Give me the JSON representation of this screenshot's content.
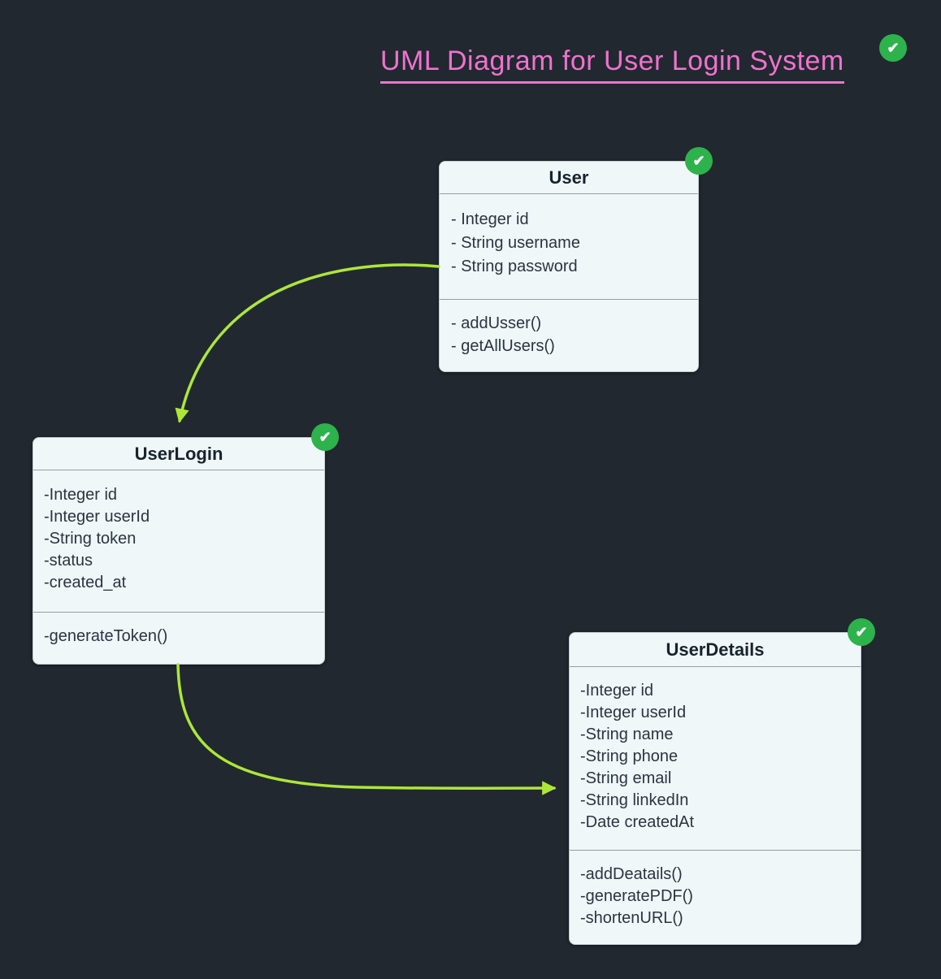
{
  "title": {
    "text": "UML Diagram for User Login System"
  },
  "icons": {
    "check_glyph": "✔"
  },
  "colors": {
    "background": "#212830",
    "box_fill": "#f0f7f9",
    "box_border": "#c3cbd0",
    "separator": "#959ea2",
    "text": "#2b3540",
    "title_pink": "#ef72ce",
    "arrow_green": "#aee637",
    "check_green": "#2db24c"
  },
  "classes": [
    {
      "name": "User",
      "attributes": [
        "- Integer id",
        "- String username",
        "- String password"
      ],
      "methods": [
        "- addUsser()",
        "- getAllUsers()"
      ]
    },
    {
      "name": "UserLogin",
      "attributes": [
        "-Integer id",
        "-Integer userId",
        "-String token",
        "-status",
        "-created_at"
      ],
      "methods": [
        "-generateToken()"
      ]
    },
    {
      "name": "UserDetails",
      "attributes": [
        "-Integer id",
        "-Integer userId",
        "-String name",
        "-String phone",
        "-String email",
        "-String linkedIn",
        "-Date createdAt"
      ],
      "methods": [
        "-addDeatails()",
        "-generatePDF()",
        "-shortenURL()"
      ]
    }
  ],
  "connections": [
    {
      "from": "User",
      "to": "UserLogin"
    },
    {
      "from": "UserLogin",
      "to": "UserDetails"
    }
  ]
}
